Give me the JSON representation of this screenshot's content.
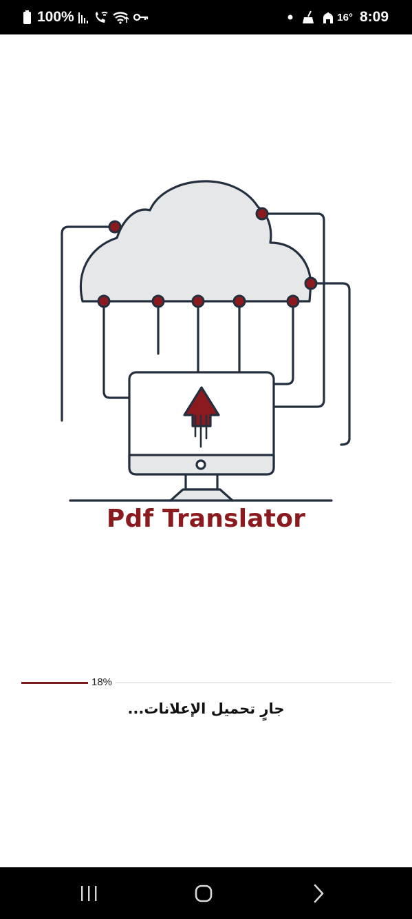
{
  "status_bar": {
    "battery": "100%",
    "temperature": "16°",
    "time": "8:09",
    "icons": [
      "battery-icon",
      "signal-icon",
      "wifi-calling-icon",
      "wifi-icon",
      "vpn-key-icon",
      "notification-dot-icon",
      "cleaner-icon",
      "mosque-icon"
    ]
  },
  "splash": {
    "app_title": "Pdf Translator",
    "illustration": "cloud-upload-icon",
    "accent_color": "#8b1a1e",
    "line_color": "#232f3e"
  },
  "progress": {
    "percent": 18,
    "label": "18%",
    "message": "جارٍ تحميل الإعلانات..."
  },
  "nav_bar": {
    "buttons": [
      "recent-apps-button",
      "home-button",
      "back-button"
    ]
  }
}
